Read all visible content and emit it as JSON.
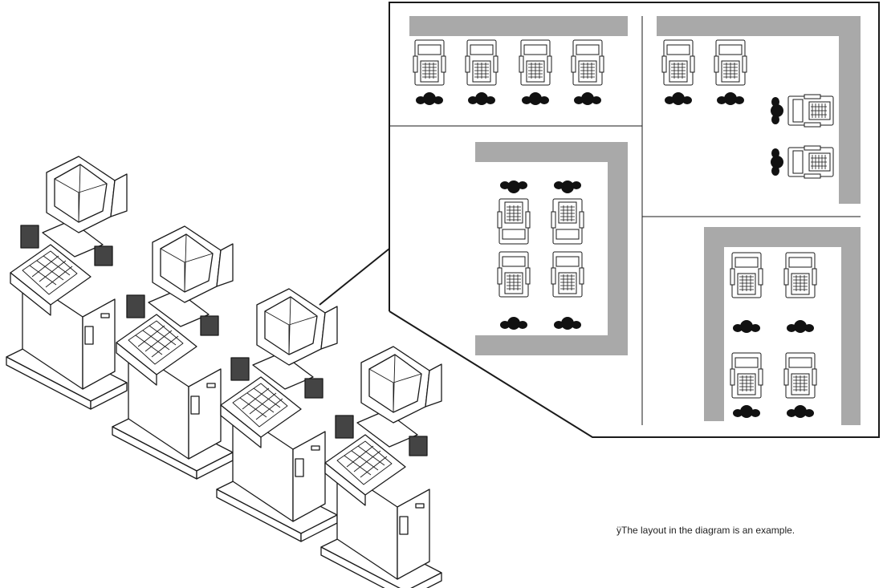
{
  "diagram": {
    "caption": "ÿThe layout in the diagram is an example.",
    "colors": {
      "wall": "#a9a9a9",
      "line": "#1a1a1a",
      "background": "#ffffff"
    },
    "cabinet_count": 4,
    "layout_panels": [
      {
        "name": "row-against-wall",
        "cabinets": 4
      },
      {
        "name": "corner-arrangement",
        "cabinets": 4
      },
      {
        "name": "island-pairs",
        "cabinets": 4
      },
      {
        "name": "aisle-pairs",
        "cabinets": 4
      }
    ],
    "icons": [
      "cabinet-icon",
      "player-icon",
      "wall-icon"
    ]
  }
}
